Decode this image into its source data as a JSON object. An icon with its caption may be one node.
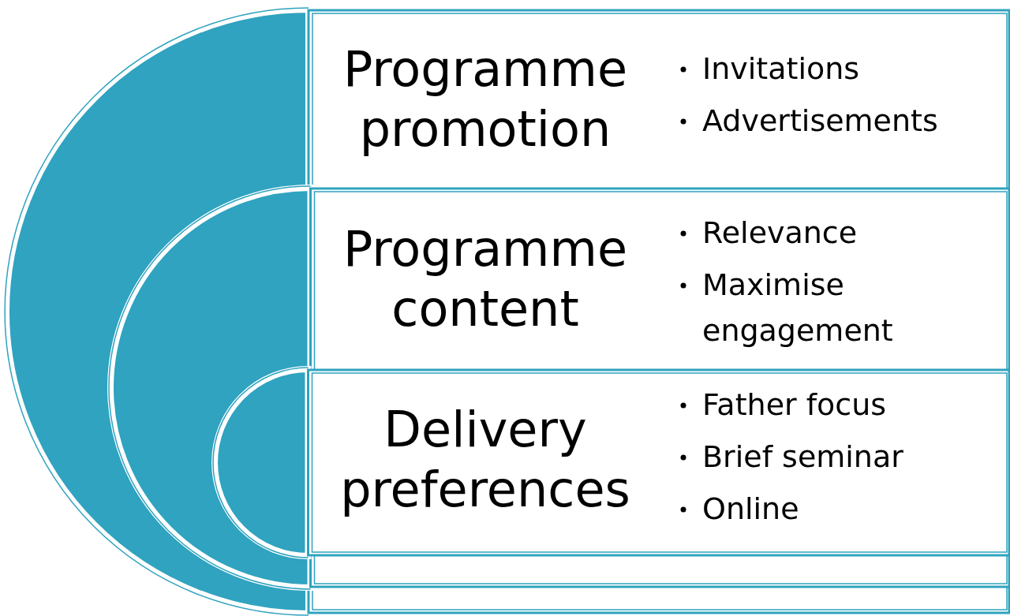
{
  "diagram": {
    "nodes": [
      {
        "text": [
          "Programme promotion",
          "Invitations",
          "Advertisements"
        ]
      },
      {
        "text": [
          "Programme content",
          "Relevance",
          "Maximise engagement"
        ],
        "in": 0
      },
      {
        "text": [
          "Delivery preferences",
          "Father focus",
          "Brief seminar",
          "Online"
        ],
        "in": 1
      }
    ]
  }
}
